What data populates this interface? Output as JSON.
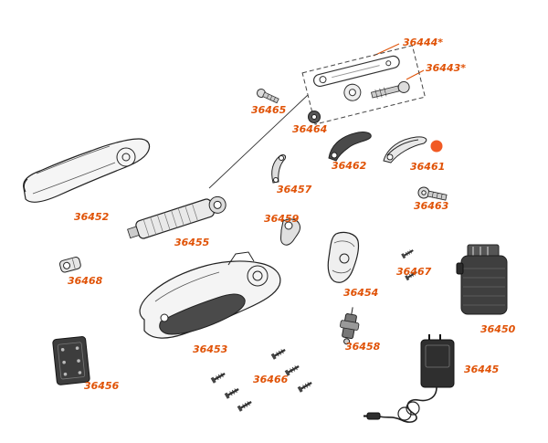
{
  "diagram": {
    "type": "exploded-parts-diagram",
    "description": "Cordless pruning shears exploded parts view",
    "background": "#ffffff",
    "label_color": "#e05206",
    "marker_color": "#f15a24",
    "marker": {
      "shape": "dot",
      "near_part": "36461"
    },
    "parts": [
      {
        "id": "36444",
        "label": "36444*"
      },
      {
        "id": "36443",
        "label": "36443*"
      },
      {
        "id": "36465",
        "label": "36465"
      },
      {
        "id": "36464",
        "label": "36464"
      },
      {
        "id": "36462",
        "label": "36462"
      },
      {
        "id": "36461",
        "label": "36461"
      },
      {
        "id": "36457",
        "label": "36457"
      },
      {
        "id": "36463",
        "label": "36463"
      },
      {
        "id": "36452",
        "label": "36452"
      },
      {
        "id": "36455",
        "label": "36455"
      },
      {
        "id": "36459",
        "label": "36459"
      },
      {
        "id": "36468",
        "label": "36468"
      },
      {
        "id": "36454",
        "label": "36454"
      },
      {
        "id": "36467",
        "label": "36467"
      },
      {
        "id": "36450",
        "label": "36450"
      },
      {
        "id": "36453",
        "label": "36453"
      },
      {
        "id": "36458",
        "label": "36458"
      },
      {
        "id": "36456",
        "label": "36456"
      },
      {
        "id": "36466",
        "label": "36466"
      },
      {
        "id": "36445",
        "label": "36445"
      }
    ]
  }
}
